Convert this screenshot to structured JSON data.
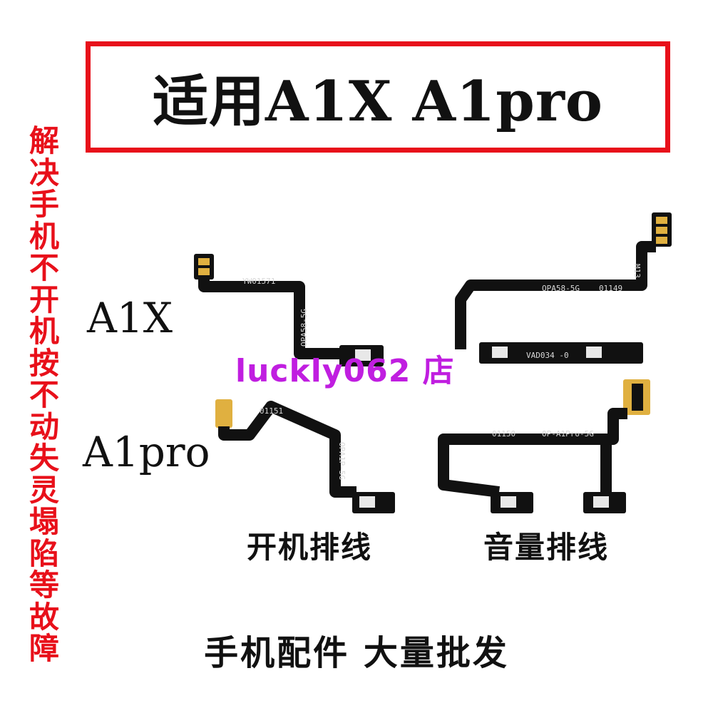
{
  "title": "适用A1X A1pro",
  "side_text": "解决手机不开机 按不动 失灵 塌陷 等故障",
  "models": {
    "a1x": "A1X",
    "a1pro": "A1pro"
  },
  "watermark": "luckly062 店",
  "captions": {
    "power": "开机排线",
    "volume": "音量排线"
  },
  "footer": "手机配件 大量批发",
  "pcb_labels": {
    "a1x_power_top": "YW01571",
    "a1x_power_side": "OPA58-5G",
    "a1x_vol_label1": "OPA58-5G",
    "a1x_vol_label2": "01149",
    "a1x_vol_label3": "M13",
    "a1x_vol_label4": "VAD034 -0",
    "a1pro_power_top": "01151",
    "a1pro_power_side": "OPA1P-5G",
    "a1pro_vol_label1": "OP-A1Pro-5G",
    "a1pro_vol_label2": "01150"
  },
  "colors": {
    "accent_red": "#e8101a",
    "watermark": "#c01ee0",
    "flex": "#111111",
    "gold": "#e0b040"
  }
}
